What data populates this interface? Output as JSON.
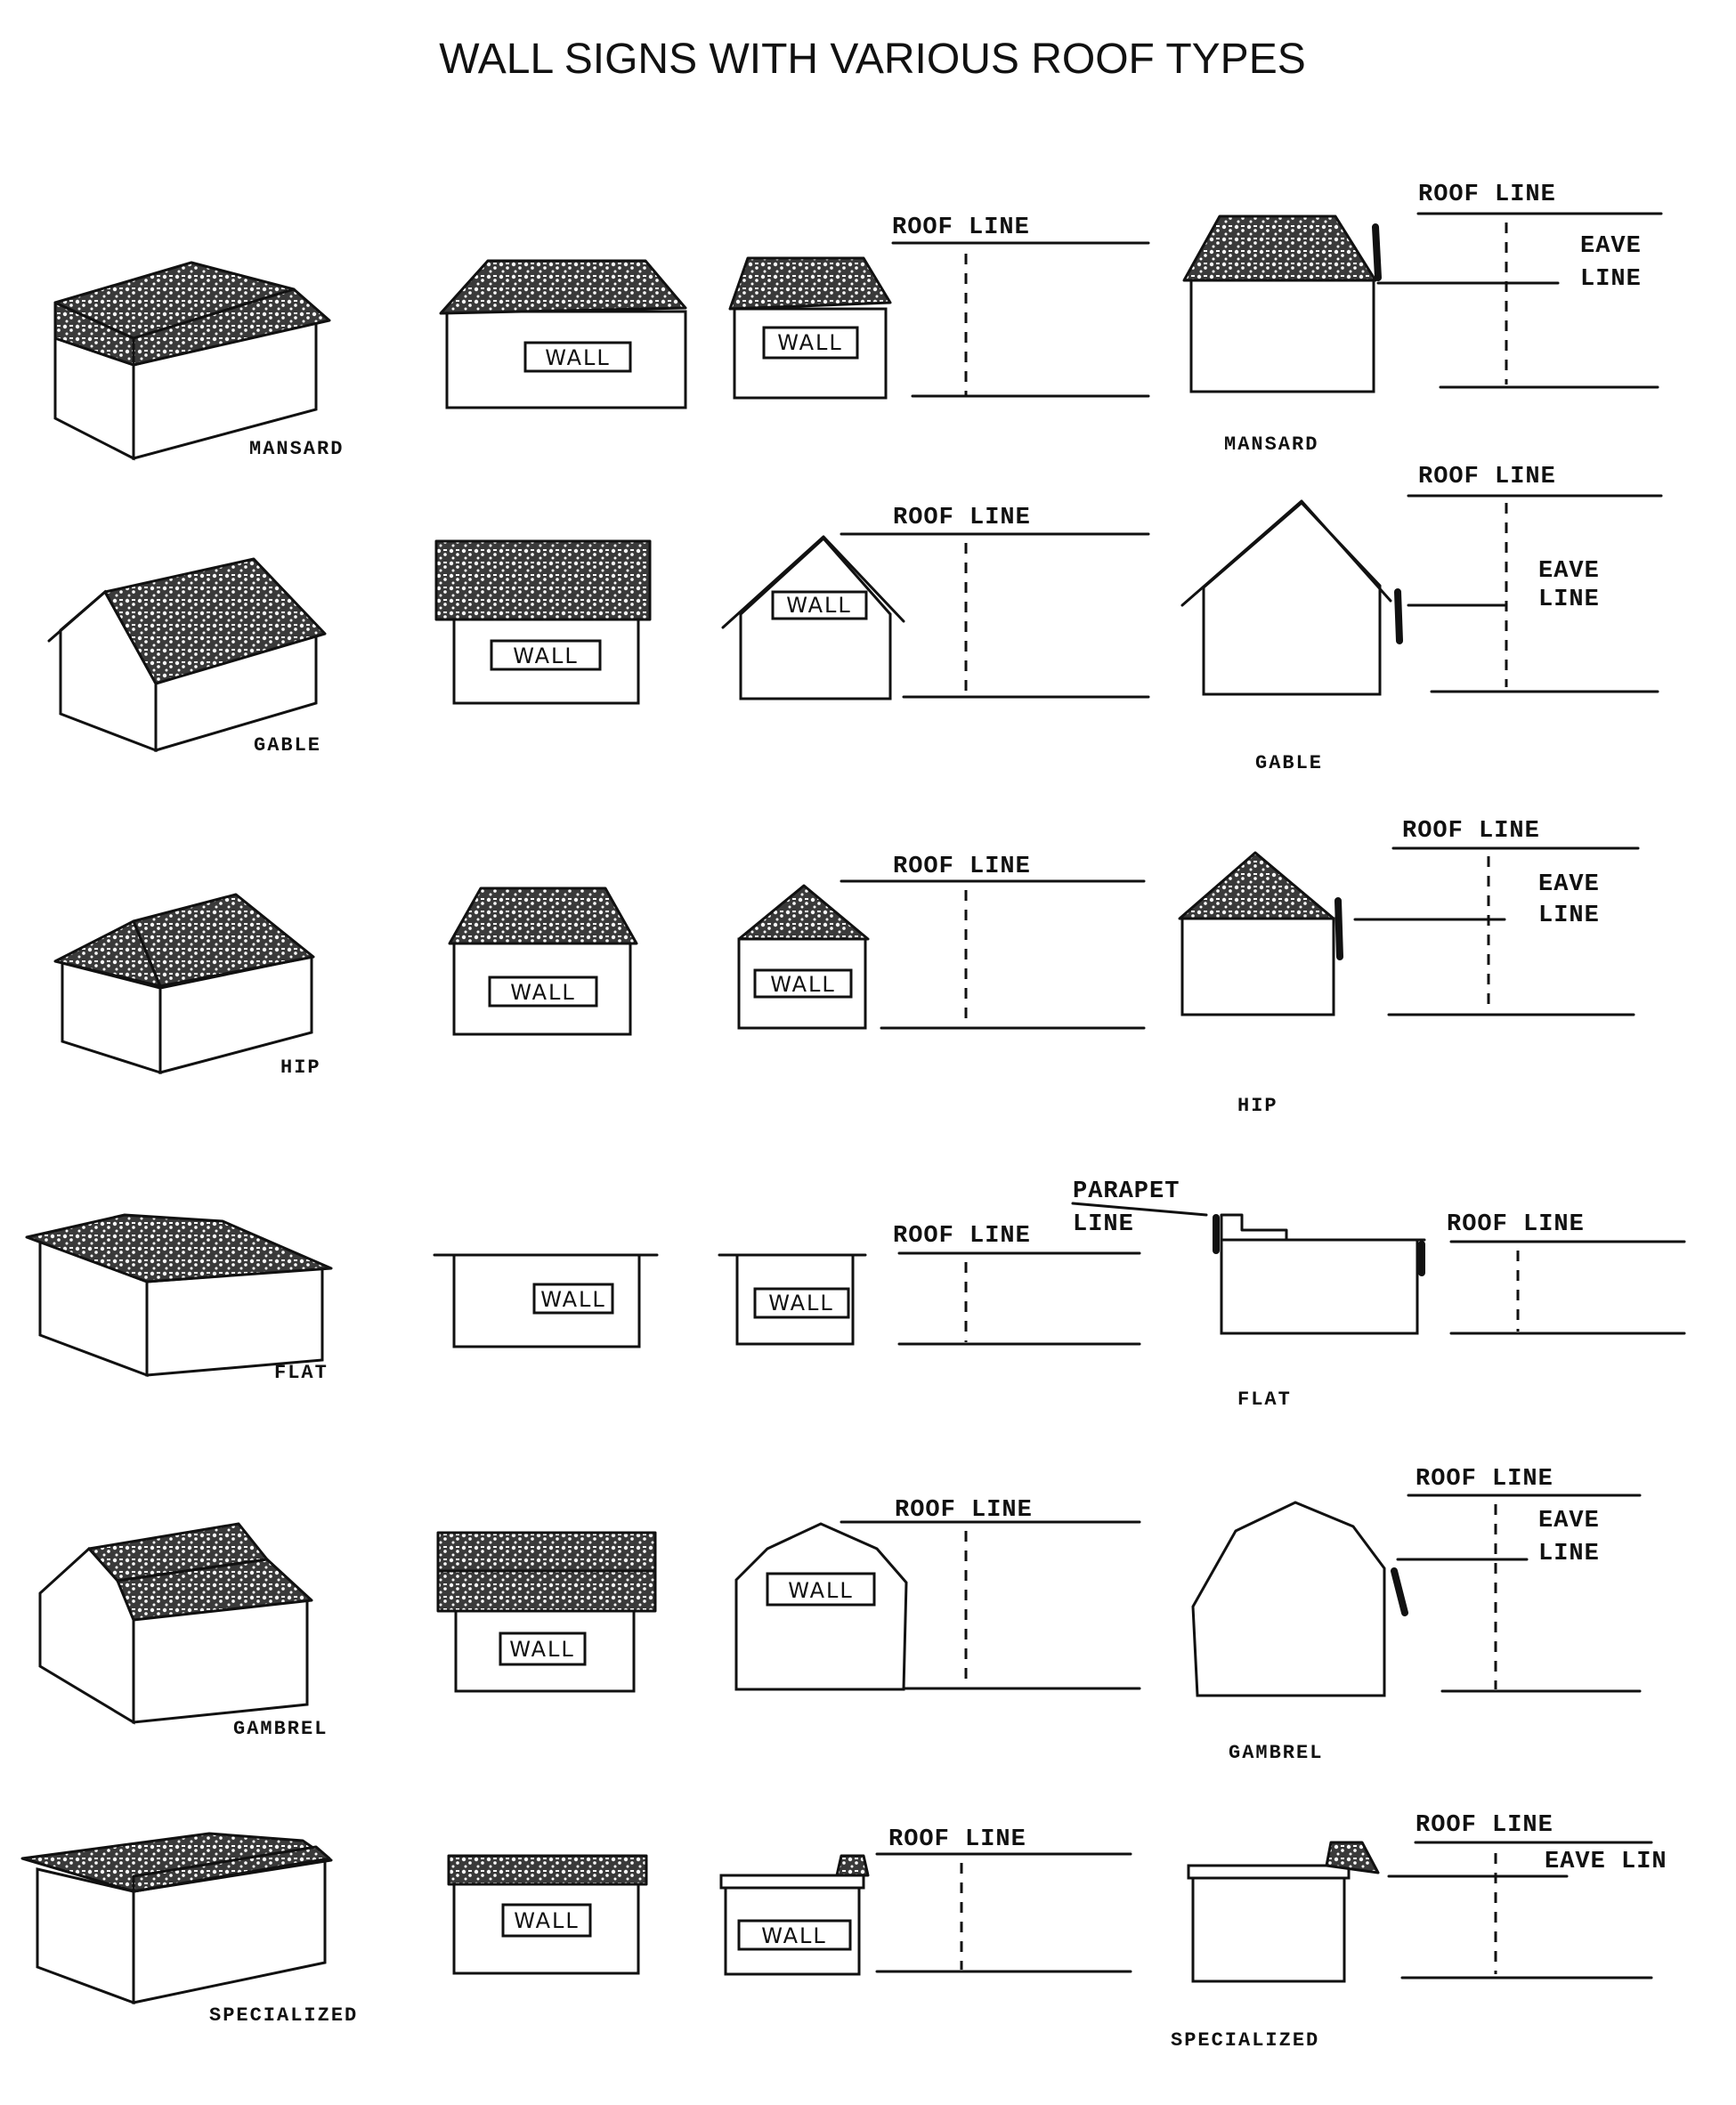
{
  "title": "WALL SIGNS WITH VARIOUS ROOF TYPES",
  "rows": [
    {
      "type": "MANSARD",
      "type_label_right": "MANSARD",
      "sign": "WALL",
      "roof_line": "ROOF LINE",
      "eave": "EAVE",
      "eave_line": "LINE"
    },
    {
      "type": "GABLE",
      "type_label_right": "GABLE",
      "sign": "WALL",
      "roof_line": "ROOF LINE",
      "eave": "EAVE",
      "eave_line": "LINE"
    },
    {
      "type": "HIP",
      "type_label_right": "HIP",
      "sign": "WALL",
      "roof_line": "ROOF LINE",
      "eave": "EAVE",
      "eave_line": "LINE"
    },
    {
      "type": "FLAT",
      "type_label_right": "FLAT",
      "sign": "WALL",
      "roof_line": "ROOF LINE",
      "parapet": "PARAPET",
      "parapet_line": "LINE",
      "roof_line_right": "ROOF LINE"
    },
    {
      "type": "GAMBREL",
      "type_label_right": "GAMBREL",
      "sign": "WALL",
      "roof_line": "ROOF LINE",
      "eave": "EAVE",
      "eave_line": "LINE"
    },
    {
      "type": "SPECIALIZED",
      "type_label_right": "SPECIALIZED",
      "sign": "WALL",
      "roof_line": "ROOF LINE",
      "eave_lin": "EAVE LIN"
    }
  ]
}
